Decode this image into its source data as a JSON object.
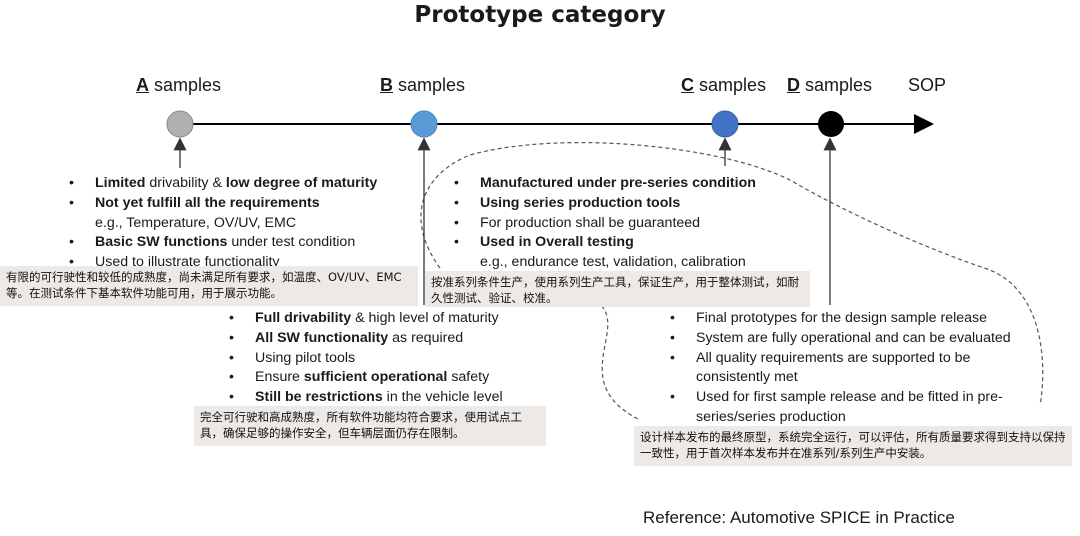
{
  "title": "Prototype category",
  "stages": [
    {
      "letter": "A",
      "label": " samples"
    },
    {
      "letter": "B",
      "label": " samples"
    },
    {
      "letter": "C",
      "label": " samples"
    },
    {
      "letter": "D",
      "label": " samples"
    },
    {
      "letter": "",
      "label": "SOP"
    }
  ],
  "colors": {
    "a_dot": "#b0b0b0",
    "b_dot": "#5b9bd5",
    "c_dot": "#4472c4",
    "d_dot": "#000000",
    "note_bg": "#ece9e6"
  },
  "a_items": [
    {
      "strong": "Limited",
      "text": " drivability & ",
      "strong2": "low degree of maturity"
    },
    {
      "strong": "Not yet fulfill all the requirements"
    },
    {
      "text": "e.g., Temperature, OV/UV, EMC"
    },
    {
      "strong": "Basic SW functions",
      "text": " under test condition"
    },
    {
      "text": "Used to illustrate functionality"
    }
  ],
  "a_note": "有限的可行驶性和较低的成熟度，尚未满足所有要求，如温度、OV/UV、EMC等。在测试条件下基本软件功能可用，用于展示功能。",
  "b_items": [
    {
      "strong": "Full drivability",
      "text": " & high level of maturity"
    },
    {
      "strong": "All SW functionality",
      "text": " as required"
    },
    {
      "text": "Using pilot tools"
    },
    {
      "text": "Ensure ",
      "strong": "sufficient operational",
      "text2": " safety"
    },
    {
      "strong": "Still be restrictions",
      "text": " in the vehicle level"
    }
  ],
  "b_note": "完全可行驶和高成熟度，所有软件功能均符合要求，使用试点工具，确保足够的操作安全，但车辆层面仍存在限制。",
  "c_items": [
    {
      "strong": "Manufactured under pre-series condition"
    },
    {
      "strong": "Using series production tools"
    },
    {
      "text": "For production shall be guaranteed"
    },
    {
      "strong": "Used in Overall testing"
    },
    {
      "text": "e.g., endurance test, validation, calibration"
    }
  ],
  "c_note": "按准系列条件生产，使用系列生产工具，保证生产，用于整体测试，如耐久性测试、验证、校准。",
  "d_items": [
    {
      "text": "Final prototypes for the design sample release"
    },
    {
      "text": "System are fully operational and can be evaluated"
    },
    {
      "text": "All quality requirements are supported to be"
    },
    {
      "text": "consistently met"
    },
    {
      "text": "Used for first sample release and be fitted in pre-"
    },
    {
      "text": "series/series production"
    }
  ],
  "d_note": "设计样本发布的最终原型，系统完全运行，可以评估，所有质量要求得到支持以保持一致性，用于首次样本发布并在准系列/系列生产中安装。",
  "reference": "Reference: Automotive SPICE in Practice"
}
